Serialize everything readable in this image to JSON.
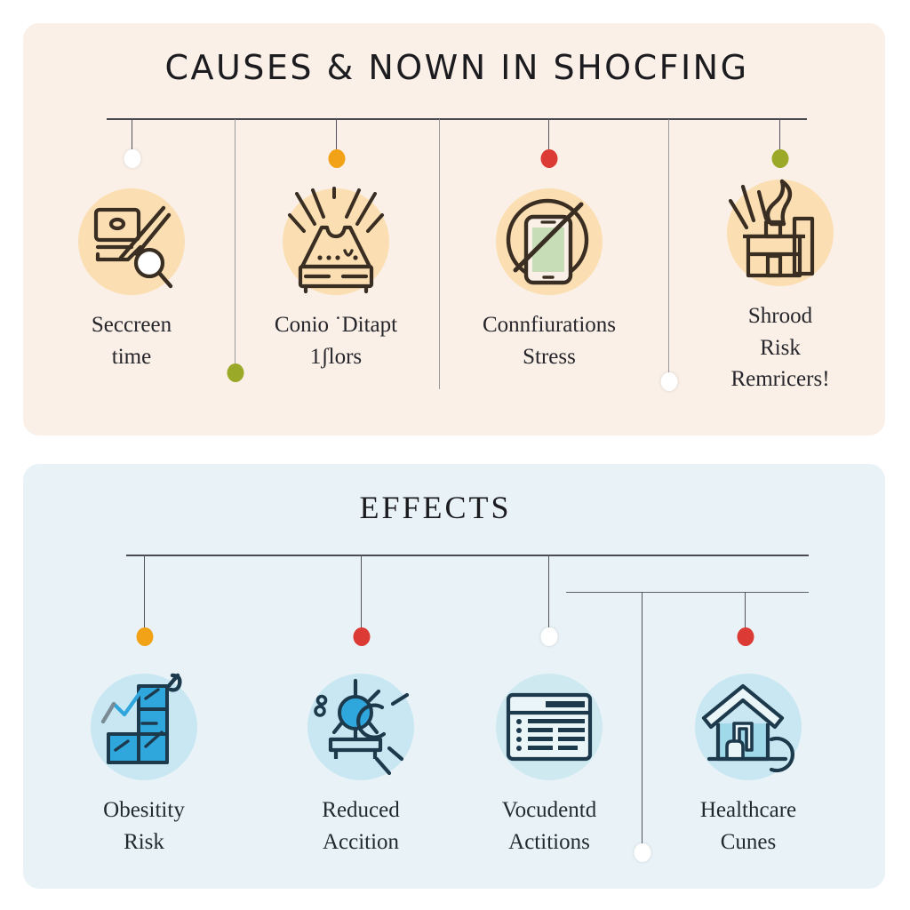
{
  "page": {
    "background": "#ffffff"
  },
  "sections": [
    {
      "id": "causes",
      "title": "CAUSES & NOWN IN SHOCFING",
      "background": "#faf0e7",
      "bubble_color": "#fbdfb3",
      "items": [
        {
          "label": "Seccreen\ntime",
          "icon": "monitor-no-screen-icon",
          "dot_color": "#ffffff",
          "dot_name": "white"
        },
        {
          "label": "Conio ˙Ditapt\n1ʃlors",
          "icon": "bed-sleep-disruption-icon",
          "dot_color": "#f2a216",
          "dot_name": "orange"
        },
        {
          "label": "Connfiurations\nStress",
          "icon": "phone-prohibited-icon",
          "dot_color": "#dc3a34",
          "dot_name": "red"
        },
        {
          "label": "Shrood\nRisk\nRemricers!",
          "icon": "factory-smoke-icon",
          "dot_color": "#9aa927",
          "dot_name": "olive"
        }
      ],
      "loose_dots": [
        {
          "dot_color": "#9aa927",
          "dot_name": "olive"
        },
        {
          "dot_color": "#ffffff",
          "dot_name": "white"
        }
      ]
    },
    {
      "id": "effects",
      "title": "EFFECTS",
      "background": "#e9f3f7",
      "bubble_color": "#c9e7f2",
      "items": [
        {
          "label": "Obesitity\nRisk",
          "icon": "rising-bar-chart-icon",
          "dot_color": "#f2a216",
          "dot_name": "orange"
        },
        {
          "label": "Reduced\nAccition",
          "icon": "lamp-light-rays-icon",
          "dot_color": "#dc3a34",
          "dot_name": "red"
        },
        {
          "label": "Vocudentd\nActitions",
          "icon": "document-list-icon",
          "dot_color": "#ffffff",
          "dot_name": "white"
        },
        {
          "label": "Healthcare\nCunes",
          "icon": "house-clinic-icon",
          "dot_color": "#dc3a34",
          "dot_name": "red"
        }
      ],
      "loose_dots": [
        {
          "dot_color": "#ffffff",
          "dot_name": "white"
        }
      ]
    }
  ],
  "palette": {
    "ink": "#25252b",
    "rail": "#4a4a52",
    "warm_panel": "#faf0e7",
    "cool_panel": "#e9f3f7",
    "warm_bubble": "#fbdfb3",
    "cool_bubble": "#c9e7f2",
    "orange": "#f2a216",
    "red": "#dc3a34",
    "olive": "#9aa927",
    "white": "#ffffff"
  }
}
